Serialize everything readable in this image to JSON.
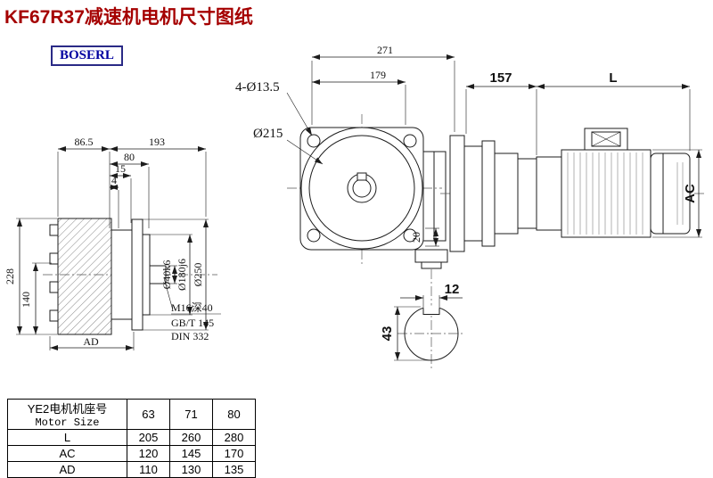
{
  "title": "KF67R37减速机电机尺寸图纸",
  "brand": "BOSERL",
  "colors": {
    "title": "#a50000",
    "brand_text": "#0000a0",
    "line": "#1c1c1c"
  },
  "views": {
    "side_view": {
      "dims": {
        "w86_5": "86.5",
        "w193": "193",
        "w80": "80",
        "w15": "15",
        "w4": "4",
        "h228": "228",
        "h140": "140",
        "ad": "AD",
        "shaft_dia": "Ø40k6",
        "spigot_dia": "Ø180j6",
        "flange_dia": "Ø250",
        "tap": "M16深40",
        "tap_std1": "GB/T 145",
        "tap_std2": "DIN 332"
      }
    },
    "front_view": {
      "dims": {
        "w271": "271",
        "w179": "179",
        "bolt_holes": "4-Ø13.5",
        "flange_circle": "Ø215",
        "t20": "20"
      }
    },
    "motor_view": {
      "dims": {
        "l157": "157",
        "lL": "L",
        "ac": "AC"
      }
    },
    "shaft_section": {
      "dims": {
        "key_w": "12",
        "key_h": "43"
      }
    }
  },
  "table": {
    "header_cn": "YE2电机机座号",
    "header_en": "Motor Size",
    "sizes": [
      "63",
      "71",
      "80"
    ],
    "rows": [
      {
        "label": "L",
        "values": [
          "205",
          "260",
          "280"
        ]
      },
      {
        "label": "AC",
        "values": [
          "120",
          "145",
          "170"
        ]
      },
      {
        "label": "AD",
        "values": [
          "110",
          "130",
          "135"
        ]
      }
    ]
  }
}
